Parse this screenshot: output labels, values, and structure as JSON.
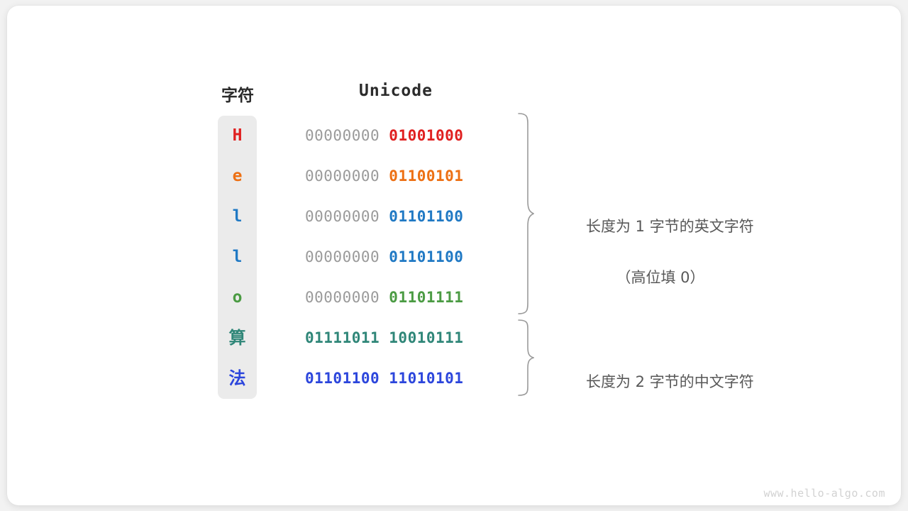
{
  "card": {
    "background": "#ffffff",
    "page_background": "#f2f2f2"
  },
  "headers": {
    "char": "字符",
    "unicode": "Unicode"
  },
  "colors": {
    "red": "#e02020",
    "orange": "#ed7014",
    "light_blue": "#2079c4",
    "green": "#4b9b43",
    "teal": "#2f8678",
    "blue": "#2c46dc",
    "gray_bits": "#9a9a9a",
    "column_bg": "#ebebeb",
    "annotation_text": "#585858",
    "brace_stroke": "#9a9a9a",
    "watermark": "#d2d2d2"
  },
  "rows": [
    {
      "char": "H",
      "cjk": false,
      "high": "00000000 ",
      "low": "01001000",
      "color": "#e02020",
      "split": true
    },
    {
      "char": "e",
      "cjk": false,
      "high": "00000000 ",
      "low": "01100101",
      "color": "#ed7014",
      "split": true
    },
    {
      "char": "l",
      "cjk": false,
      "high": "00000000 ",
      "low": "01101100",
      "color": "#2079c4",
      "split": true
    },
    {
      "char": "l",
      "cjk": false,
      "high": "00000000 ",
      "low": "01101100",
      "color": "#2079c4",
      "split": true
    },
    {
      "char": "o",
      "cjk": false,
      "high": "00000000 ",
      "low": "01101111",
      "color": "#4b9b43",
      "split": true
    },
    {
      "char": "算",
      "cjk": true,
      "high": "",
      "low": "01111011 10010111",
      "color": "#2f8678",
      "split": false
    },
    {
      "char": "法",
      "cjk": true,
      "high": "",
      "low": "01101100 11010101",
      "color": "#2c46dc",
      "split": false
    }
  ],
  "annotations": {
    "one_byte": {
      "main": "长度为 1 字节的英文字符",
      "sub": "（高位填 0）"
    },
    "two_byte": {
      "main": "长度为 2 字节的中文字符",
      "sub": ""
    }
  },
  "watermark": "www.hello-algo.com"
}
